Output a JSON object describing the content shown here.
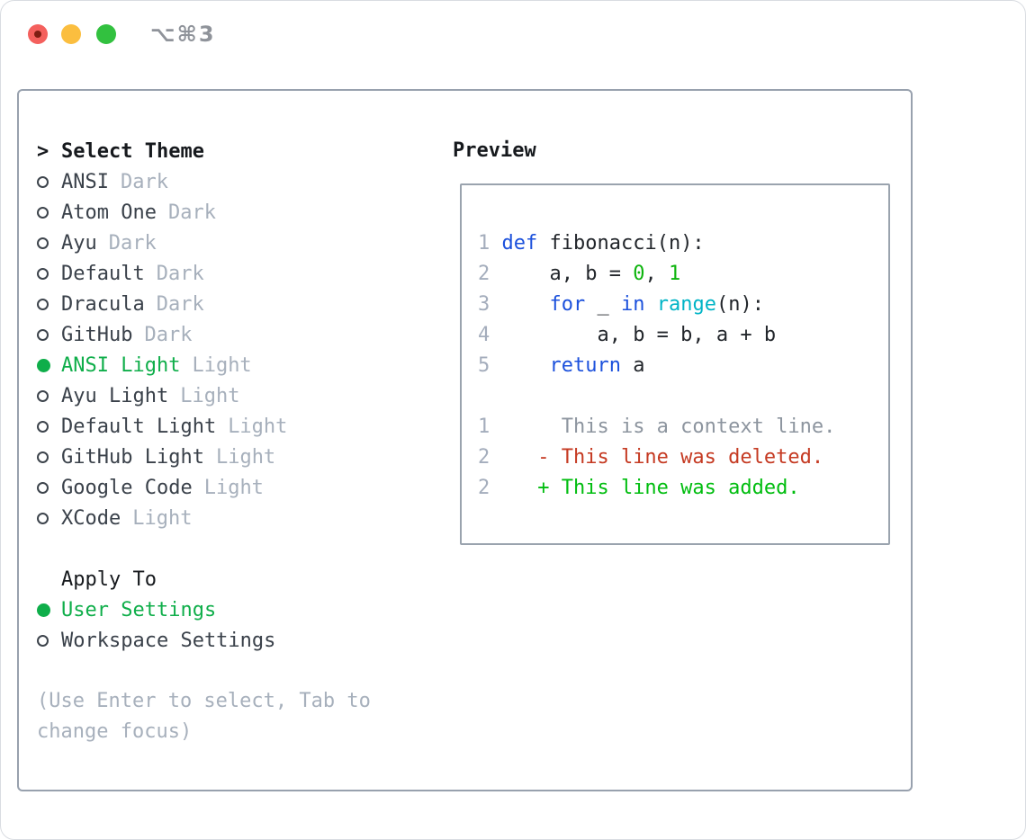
{
  "window": {
    "shortcut_label": "⌥⌘3",
    "traffic_lights": [
      "close",
      "minimize",
      "zoom"
    ]
  },
  "theme_selector": {
    "cursor": ">",
    "title": "Select Theme",
    "items": [
      {
        "name": "ANSI",
        "variant": "Dark",
        "selected": false
      },
      {
        "name": "Atom One",
        "variant": "Dark",
        "selected": false
      },
      {
        "name": "Ayu",
        "variant": "Dark",
        "selected": false
      },
      {
        "name": "Default",
        "variant": "Dark",
        "selected": false
      },
      {
        "name": "Dracula",
        "variant": "Dark",
        "selected": false
      },
      {
        "name": "GitHub",
        "variant": "Dark",
        "selected": false
      },
      {
        "name": "ANSI Light",
        "variant": "Light",
        "selected": true
      },
      {
        "name": "Ayu Light",
        "variant": "Light",
        "selected": false
      },
      {
        "name": "Default Light",
        "variant": "Light",
        "selected": false
      },
      {
        "name": "GitHub Light",
        "variant": "Light",
        "selected": false
      },
      {
        "name": "Google Code",
        "variant": "Light",
        "selected": false
      },
      {
        "name": "XCode",
        "variant": "Light",
        "selected": false
      }
    ]
  },
  "apply_to": {
    "title": "Apply To",
    "options": [
      {
        "label": "User Settings",
        "selected": true
      },
      {
        "label": "Workspace Settings",
        "selected": false
      }
    ]
  },
  "help_text": [
    "(Use Enter to select, Tab to",
    "change focus)"
  ],
  "preview": {
    "title": "Preview",
    "code_lines": [
      {
        "num": "1",
        "tokens": [
          {
            "t": " "
          },
          {
            "t": "def",
            "c": "kw"
          },
          {
            "t": " fibonacci(n):"
          }
        ]
      },
      {
        "num": "2",
        "tokens": [
          {
            "t": "     a, b = "
          },
          {
            "t": "0",
            "c": "num"
          },
          {
            "t": ", "
          },
          {
            "t": "1",
            "c": "num"
          }
        ]
      },
      {
        "num": "3",
        "tokens": [
          {
            "t": "     "
          },
          {
            "t": "for",
            "c": "kw"
          },
          {
            "t": " _ "
          },
          {
            "t": "in",
            "c": "kw"
          },
          {
            "t": " "
          },
          {
            "t": "range",
            "c": "fn"
          },
          {
            "t": "(n):"
          }
        ]
      },
      {
        "num": "4",
        "tokens": [
          {
            "t": "         a, b = b, a + b"
          }
        ]
      },
      {
        "num": "5",
        "tokens": [
          {
            "t": "     "
          },
          {
            "t": "return",
            "c": "kw"
          },
          {
            "t": " a"
          }
        ]
      },
      {
        "num": "",
        "tokens": []
      },
      {
        "num": "1",
        "tokens": [
          {
            "t": "      This is a context line.",
            "c": "ctx"
          }
        ]
      },
      {
        "num": "2",
        "tokens": [
          {
            "t": "    - This line was deleted.",
            "c": "del"
          }
        ]
      },
      {
        "num": "2",
        "tokens": [
          {
            "t": "    + This line was added.",
            "c": "add"
          }
        ]
      }
    ]
  },
  "colors": {
    "selection_green": "#0fae4a",
    "keyword_blue": "#1c51dc",
    "number_green": "#0db40d",
    "function_cyan": "#00b4c6",
    "added_green": "#00bd0f",
    "deleted_red": "#c53a22",
    "muted_gray": "#a7b0bc",
    "panel_border": "#98a1ae",
    "traffic_red": "#f4605d",
    "traffic_yellow": "#fbbe3f",
    "traffic_green": "#32c13f"
  }
}
